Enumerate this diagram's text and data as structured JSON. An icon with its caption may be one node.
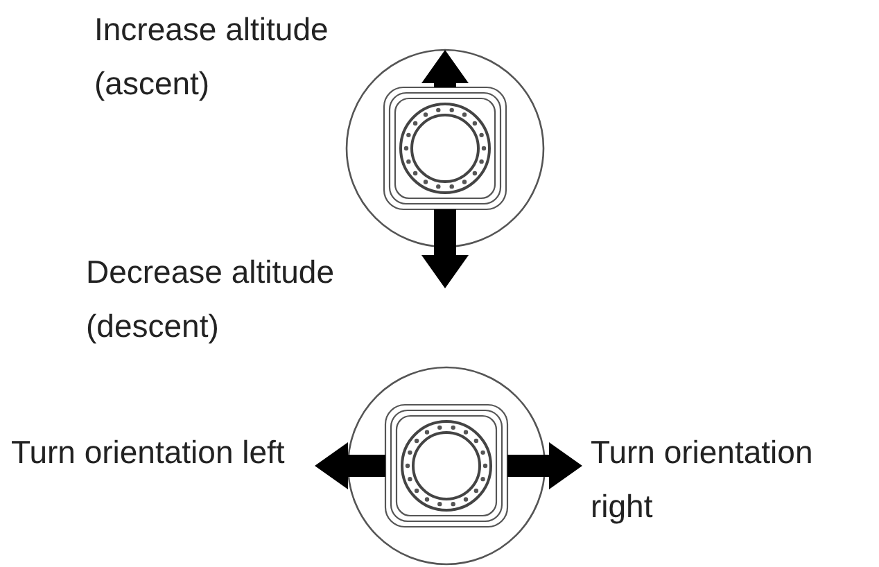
{
  "diagram": {
    "labels": [
      "Increase altitude (ascent)",
      "Decrease altitude (descent)",
      "Turn orientation left",
      "Turn orientation right"
    ]
  }
}
